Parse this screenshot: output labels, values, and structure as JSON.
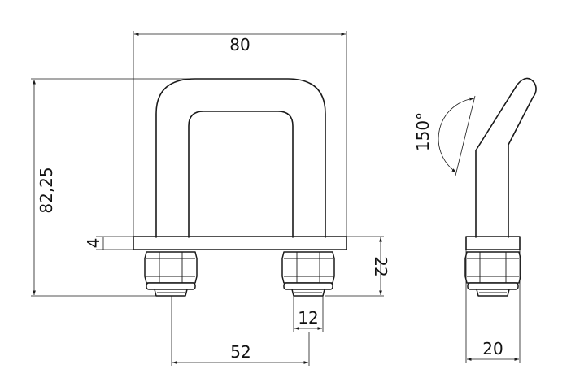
{
  "dimensions": {
    "overall_width": "80",
    "overall_height": "82,25",
    "plate_thickness": "4",
    "nut_height": "22",
    "thread_diameter": "12",
    "center_distance": "52",
    "side_width": "20",
    "bend_angle": "150°"
  },
  "colors": {
    "line": "#1a1a1a",
    "background": "#ffffff"
  }
}
